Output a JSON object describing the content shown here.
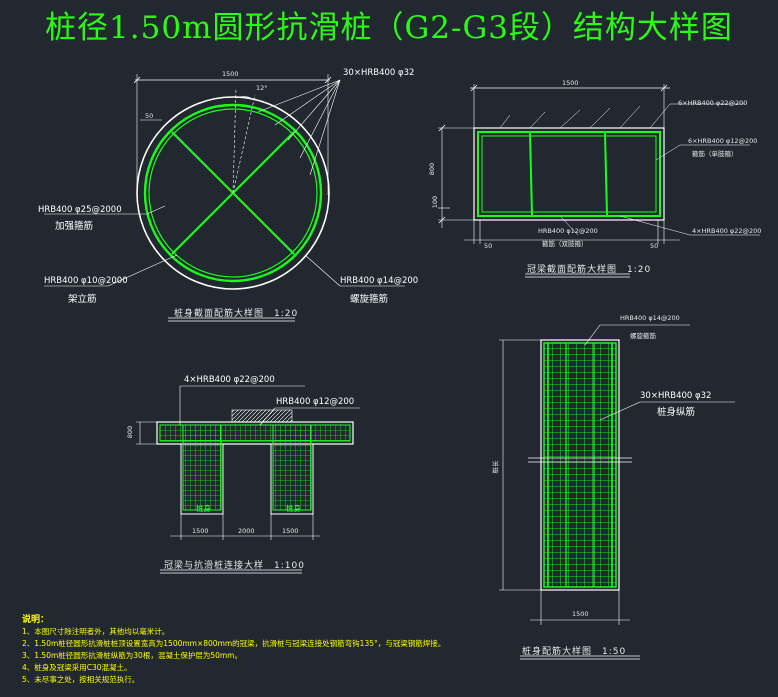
{
  "title": "桩径1.50m圆形抗滑桩（G2-G3段）结构大样图",
  "section": {
    "caption": "桩身截面配筋大样图　1:20",
    "dim_1500": "1500",
    "dim_50": "50",
    "dim_12": "12°",
    "main_bar": "30×HRB400 φ32",
    "stiffener_bar": "HRB400 φ25@2000",
    "stiffener_name": "加强箍筋",
    "erect_bar": "HRB400 φ10@2000",
    "erect_name": "架立筋",
    "spiral_bar": "HRB400 φ14@200",
    "spiral_name": "螺旋箍筋"
  },
  "cap_beam": {
    "caption": "冠梁截面配筋大样图　1:20",
    "dim_1500": "1500",
    "dim_800": "800",
    "dim_100": "100",
    "dim_50_left": "50",
    "dim_50_right": "50",
    "top_bar": "6×HRB400 φ22@200",
    "stirrup_bar_right": "6×HRB400 φ12@200",
    "stirrup_name_right": "箍筋（单肢箍）",
    "stirrup_bar_bottom": "HRB400 φ12@200",
    "stirrup_name_bottom": "箍筋（双肢箍）",
    "bottom_bar": "4×HRB400 φ22@200"
  },
  "connection": {
    "caption": "冠梁与抗滑桩连接大样　1:100",
    "top_bar": "4×HRB400 φ22@200",
    "right_bar": "HRB400 φ12@200",
    "dim_800": "800",
    "dim_1500_left": "1500",
    "dim_2000": "2000",
    "dim_1500_right": "1500",
    "pile_label_left": "桩身",
    "pile_label_right": "桩身"
  },
  "pile": {
    "caption": "桩身配筋大样图　1:50",
    "spiral_bar": "HRB400 φ14@200",
    "spiral_name": "螺旋箍筋",
    "main_bar": "30×HRB400 φ32",
    "main_name": "桩身纵筋",
    "length_label": "桩长",
    "dim_1500": "1500"
  },
  "notes": {
    "heading": "说明：",
    "lines": [
      "1、本图尺寸除注明者外，其他均以毫米计。",
      "2、1.50m桩径圆形抗滑桩桩顶设置宽高为1500mm×800mm的冠梁，抗滑桩与冠梁连接处钢筋弯钩135°，与冠梁钢筋焊接。",
      "3、1.50m桩径圆形抗滑桩纵筋为30根，混凝土保护层为50mm。",
      "4、桩身及冠梁采用C30混凝土。",
      "5、未尽事之处，按相关规范执行。"
    ]
  },
  "colors": {
    "background": "#212830",
    "title": "#2bff12",
    "rebar": "#1aff1a",
    "notes": "#ffff00",
    "lines": "#ffffff"
  }
}
